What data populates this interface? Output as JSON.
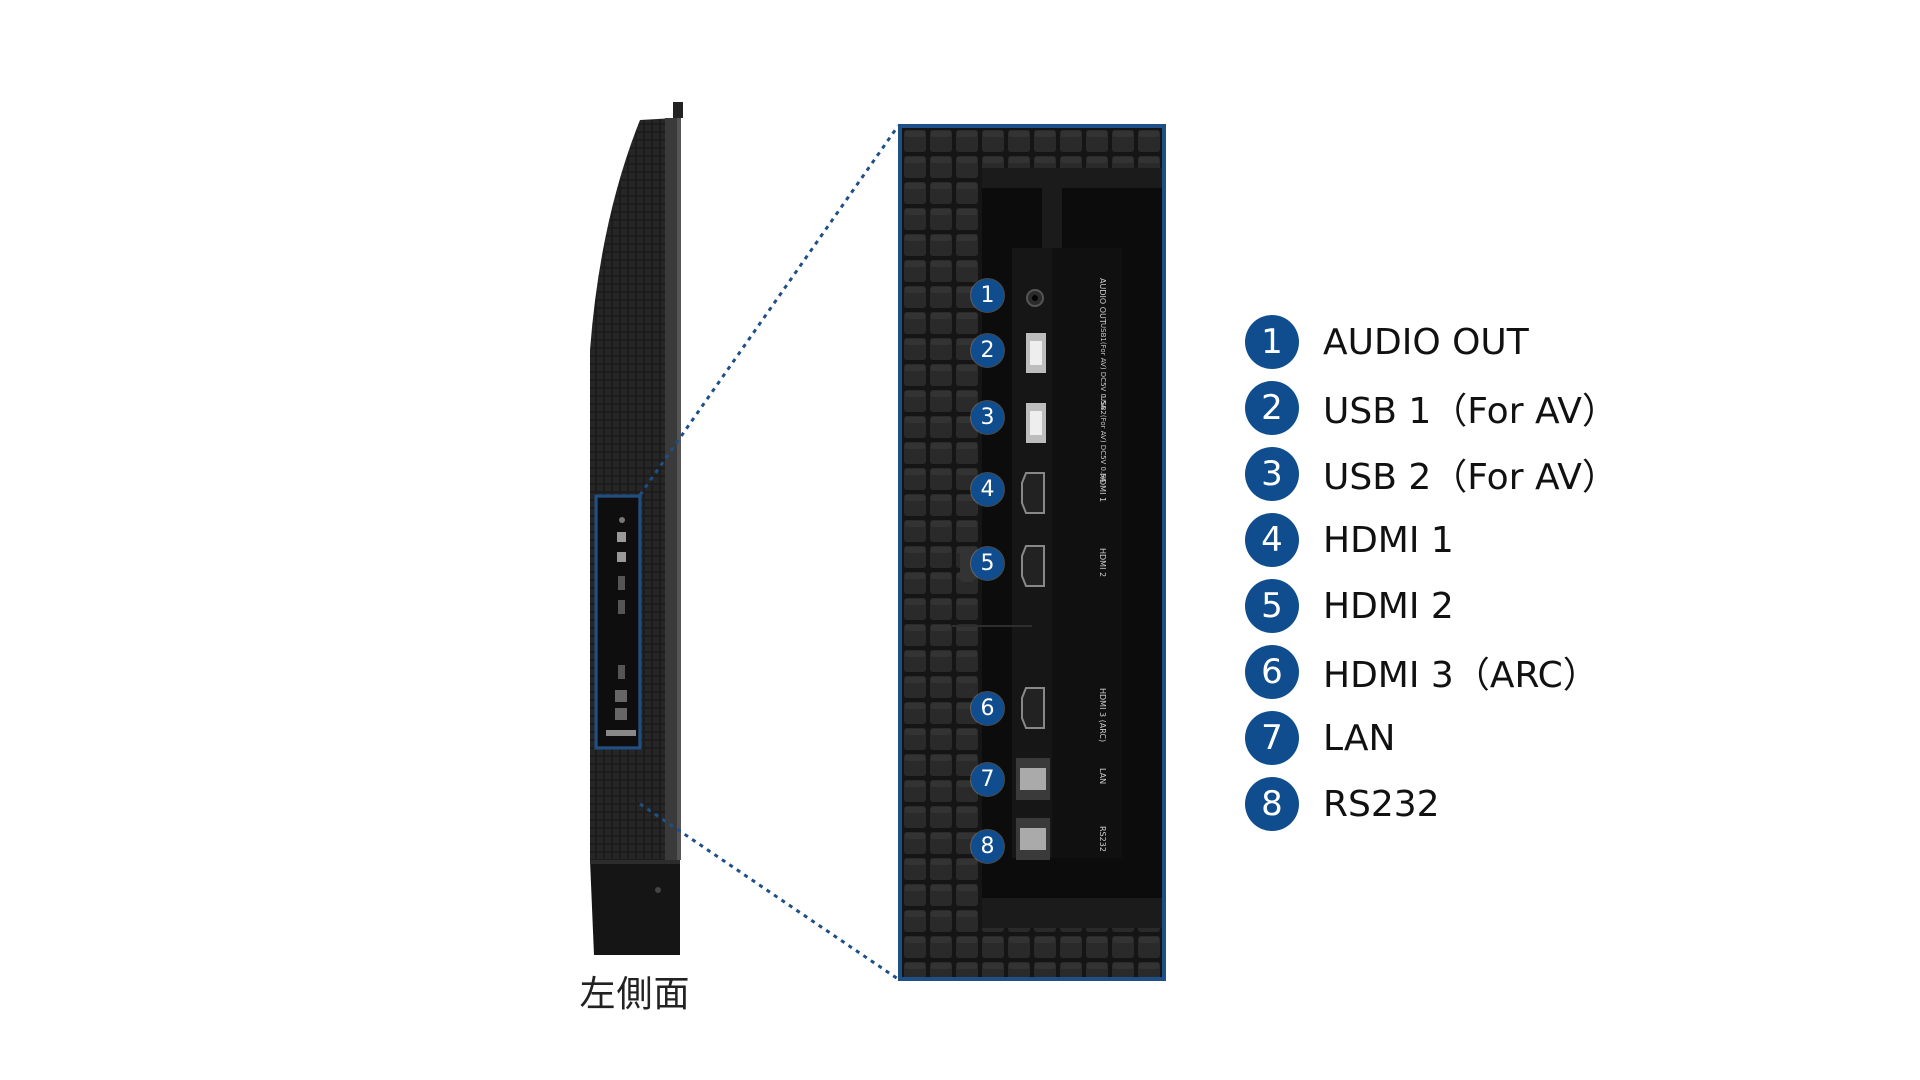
{
  "caption": "左側面",
  "ports": [
    {
      "num": "1",
      "label": "AUDIO OUT"
    },
    {
      "num": "2",
      "label": "USB 1（For AV）"
    },
    {
      "num": "3",
      "label": "USB 2（For AV）"
    },
    {
      "num": "4",
      "label": "HDMI 1"
    },
    {
      "num": "5",
      "label": "HDMI 2"
    },
    {
      "num": "6",
      "label": "HDMI 3（ARC）"
    },
    {
      "num": "7",
      "label": "LAN"
    },
    {
      "num": "8",
      "label": "RS232"
    }
  ],
  "panel_labels": {
    "audio": "AUDIO OUT",
    "usb1": "USB1(For AV) DC5V 0.5A",
    "usb2": "USB2(For AV) DC5V 0.5A",
    "hdmi1": "HDMI 1",
    "hdmi2": "HDMI 2",
    "hdmi3": "HDMI 3 (ARC)",
    "lan": "LAN",
    "rs232": "RS232"
  },
  "colors": {
    "accent": "#0f4d8f",
    "frame": "#1e4f86",
    "tv_black": "#1a1a1a"
  }
}
